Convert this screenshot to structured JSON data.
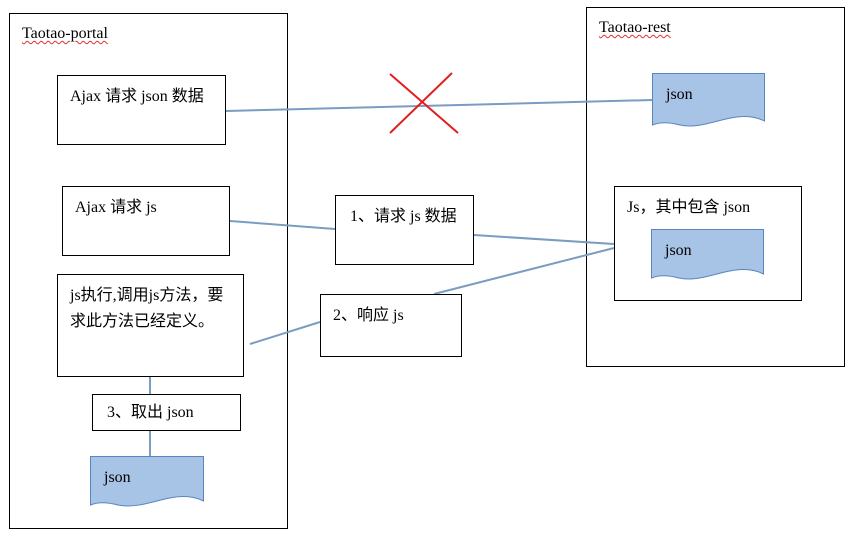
{
  "portal": {
    "title": "Taotao-portal",
    "ajax_json_request": "Ajax 请求 json 数据",
    "ajax_js_request": "Ajax 请求 js",
    "js_exec": "js执行,调用js方法，要求此方法已经定义。",
    "take_out": "3、取出 json",
    "json_doc": "json"
  },
  "rest": {
    "title": "Taotao-rest",
    "json_doc": "json",
    "js_contains": "Js，其中包含 json",
    "inner_json_doc": "json"
  },
  "flow": {
    "request_js_data": "1、请求 js 数据",
    "respond_js": "2、响应 js"
  },
  "colors": {
    "connector": "#7a9cc0",
    "blocked_mark": "#e02020",
    "doc_fill": "#a7c3e6",
    "doc_stroke": "#5a86bf",
    "spell_underline": "#e03030"
  }
}
